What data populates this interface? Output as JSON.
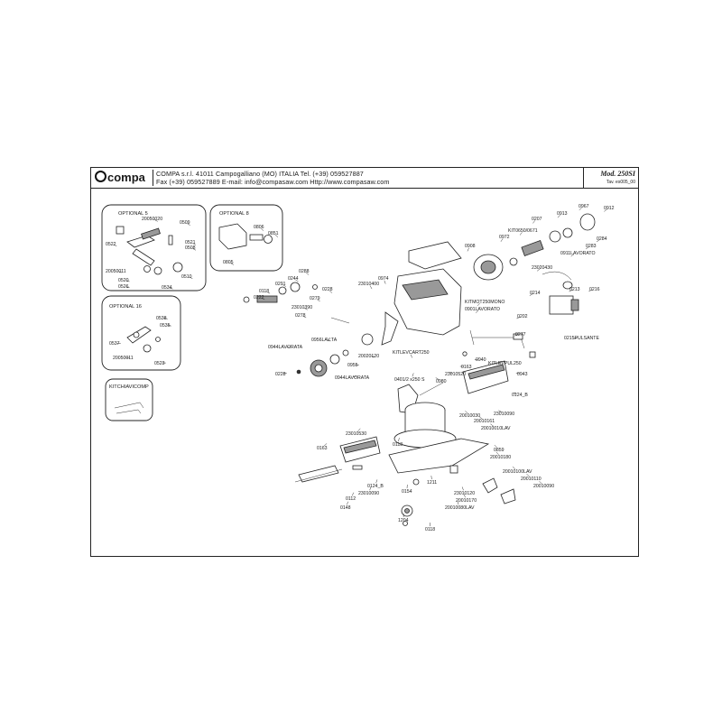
{
  "header": {
    "brand": "compa",
    "line1": "COMPA s.r.l. 41011 Campogalliano (MO) ITALIA Tel. (+39) 059527887",
    "line2": "Fax (+39) 059527889 E-mail: info@compasaw.com Http://www.compasaw.com",
    "model": "Mod. 250SI",
    "revision": "Tav. es005_00"
  },
  "panels": {
    "optional5": "OPTIONAL 5",
    "optional8": "OPTIONAL 8",
    "optional16": "OPTIONAL 16",
    "kit": "KITCHIAVICOMP"
  },
  "labels": [
    {
      "id": "p0522",
      "text": "0522"
    },
    {
      "id": "p20050020",
      "text": "20050020"
    },
    {
      "id": "p0509",
      "text": "0509"
    },
    {
      "id": "p0521",
      "text": "0521"
    },
    {
      "id": "p0508",
      "text": "0508"
    },
    {
      "id": "p20050011a",
      "text": "20050011"
    },
    {
      "id": "p0520",
      "text": "0520"
    },
    {
      "id": "p0526",
      "text": "0526"
    },
    {
      "id": "p0534",
      "text": "0534"
    },
    {
      "id": "p0510",
      "text": "0510"
    },
    {
      "id": "p0806",
      "text": "0806"
    },
    {
      "id": "p0851",
      "text": "0851"
    },
    {
      "id": "p0805",
      "text": "0805"
    },
    {
      "id": "p0538",
      "text": "0538"
    },
    {
      "id": "p0535",
      "text": "0535"
    },
    {
      "id": "p0537",
      "text": "0537"
    },
    {
      "id": "p20050011b",
      "text": "20050011"
    },
    {
      "id": "p0523",
      "text": "0523"
    },
    {
      "id": "p0908",
      "text": "0908"
    },
    {
      "id": "p0967",
      "text": "0967"
    },
    {
      "id": "p0912",
      "text": "0912"
    },
    {
      "id": "p0913",
      "text": "0913"
    },
    {
      "id": "p0207",
      "text": "0207"
    },
    {
      "id": "pKIT0650",
      "text": "KIT0650/0671"
    },
    {
      "id": "p0972",
      "text": "0972"
    },
    {
      "id": "p0283",
      "text": "0283"
    },
    {
      "id": "p0284",
      "text": "0284"
    },
    {
      "id": "p0911",
      "text": "0911LAVORATO"
    },
    {
      "id": "p23020430",
      "text": "23020430"
    },
    {
      "id": "p0288",
      "text": "0288"
    },
    {
      "id": "p0244",
      "text": "0244"
    },
    {
      "id": "p0291",
      "text": "0291"
    },
    {
      "id": "p0228a",
      "text": "0228"
    },
    {
      "id": "p0279",
      "text": "0279"
    },
    {
      "id": "p23010400",
      "text": "23010400"
    },
    {
      "id": "p0974",
      "text": "0974"
    },
    {
      "id": "p0118a",
      "text": "0118"
    },
    {
      "id": "p0222",
      "text": "0222"
    },
    {
      "id": "p0278",
      "text": "0278"
    },
    {
      "id": "p23010390",
      "text": "23010390"
    },
    {
      "id": "pKITMOT",
      "text": "KITMOT250MONO"
    },
    {
      "id": "p0901",
      "text": "0901LAVORATO"
    },
    {
      "id": "p0214",
      "text": "0214"
    },
    {
      "id": "p0213",
      "text": "0213"
    },
    {
      "id": "p0216",
      "text": "0216"
    },
    {
      "id": "p0202",
      "text": "0202"
    },
    {
      "id": "pKITLEVCART",
      "text": "KITLEVCART250"
    },
    {
      "id": "p20020120",
      "text": "20020120"
    },
    {
      "id": "p0215",
      "text": "0215PULSANTE"
    },
    {
      "id": "p0277",
      "text": "0277"
    },
    {
      "id": "p0956",
      "text": "0956LAV.TA"
    },
    {
      "id": "p0944a",
      "text": "0944LAVORATA"
    },
    {
      "id": "p0955",
      "text": "0955"
    },
    {
      "id": "p0228b",
      "text": "0228"
    },
    {
      "id": "p0944b",
      "text": "0944LAVORATA"
    },
    {
      "id": "p0940",
      "text": "0940"
    },
    {
      "id": "pKITLEVPUL",
      "text": "KITLEVPUL250"
    },
    {
      "id": "p0943",
      "text": "0943"
    },
    {
      "id": "p0163a",
      "text": "0163"
    },
    {
      "id": "p23010520",
      "text": "23010520"
    },
    {
      "id": "p0401",
      "text": "0401/2 x250 S"
    },
    {
      "id": "p0980",
      "text": "0980"
    },
    {
      "id": "p0124a",
      "text": "0124_B"
    },
    {
      "id": "p23010090a",
      "text": "23010090"
    },
    {
      "id": "p20010030",
      "text": "20010030"
    },
    {
      "id": "p20010161",
      "text": "20010161"
    },
    {
      "id": "p20010010",
      "text": "20010010LAV"
    },
    {
      "id": "p23010530",
      "text": "23010530"
    },
    {
      "id": "p0163b",
      "text": "0163"
    },
    {
      "id": "p0118b",
      "text": "0118"
    },
    {
      "id": "p0859",
      "text": "0859"
    },
    {
      "id": "p20010180",
      "text": "20010180"
    },
    {
      "id": "p20010100",
      "text": "20010100LAV"
    },
    {
      "id": "p20010110",
      "text": "20010110"
    },
    {
      "id": "p20010090",
      "text": "20010090"
    },
    {
      "id": "p0124b",
      "text": "0124_B"
    },
    {
      "id": "p23010090b",
      "text": "23010090"
    },
    {
      "id": "p0154",
      "text": "0154"
    },
    {
      "id": "p1211",
      "text": "1211"
    },
    {
      "id": "p23010120",
      "text": "23010120"
    },
    {
      "id": "p20010170",
      "text": "20010170"
    },
    {
      "id": "p20010080",
      "text": "20010080LAV"
    },
    {
      "id": "p0112",
      "text": "0112"
    },
    {
      "id": "p0148",
      "text": "0148"
    },
    {
      "id": "p1204",
      "text": "1204"
    },
    {
      "id": "p0118c",
      "text": "0118"
    }
  ]
}
